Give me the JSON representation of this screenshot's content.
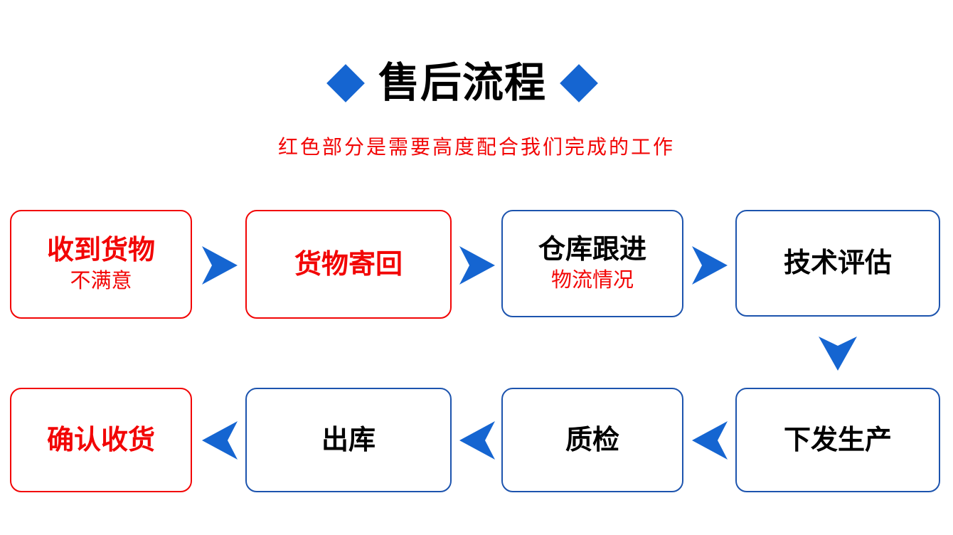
{
  "page": {
    "title": "售后流程",
    "subtitle": "红色部分是需要高度配合我们完成的工作"
  },
  "colors": {
    "red": "#f20505",
    "arrow_blue": "#1565d1",
    "border_blue": "#1d54ae",
    "text_black": "#000000"
  },
  "icons": {
    "title_left": "diamond-icon",
    "title_right": "diamond-icon",
    "flow_right": "arrow-right-icon",
    "flow_down": "arrow-down-icon",
    "flow_left": "arrow-left-icon"
  },
  "flow": {
    "top_row": [
      {
        "title": "收到货物",
        "subtitle": "不满意",
        "variant": "red"
      },
      {
        "title": "货物寄回",
        "variant": "red"
      },
      {
        "title": "仓库跟进",
        "subtitle": "物流情况",
        "variant": "blue"
      },
      {
        "title": "技术评估",
        "variant": "blue"
      }
    ],
    "bottom_row": [
      {
        "title": "下发生产",
        "variant": "blue"
      },
      {
        "title": "质检",
        "variant": "blue"
      },
      {
        "title": "出库",
        "variant": "blue"
      },
      {
        "title": "确认收货",
        "variant": "red"
      }
    ]
  }
}
